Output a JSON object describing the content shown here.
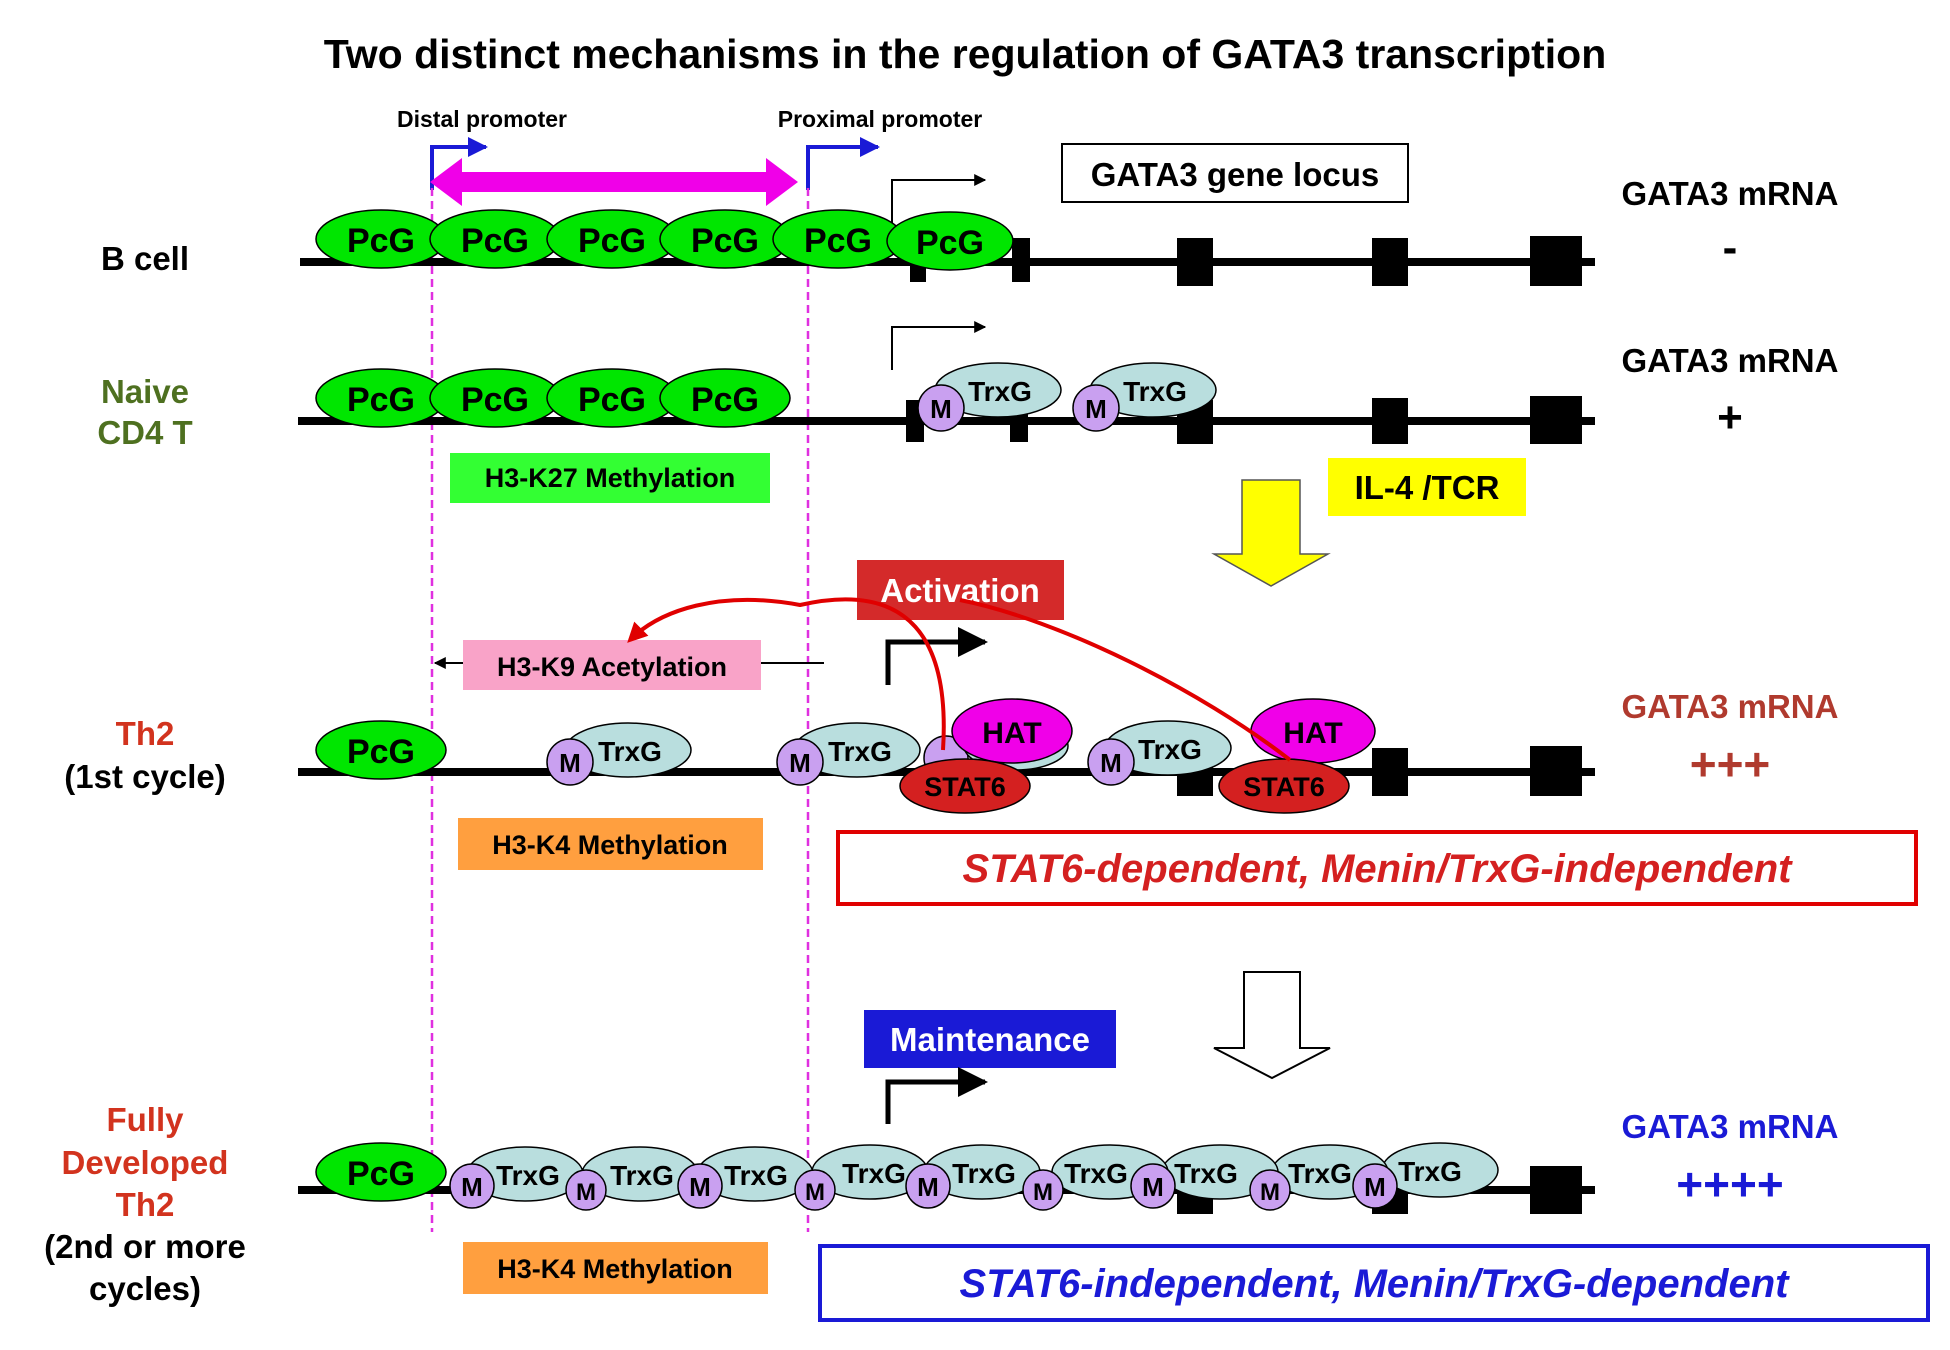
{
  "title": "Two distinct mechanisms in the regulation of GATA3 transcription",
  "promoters": {
    "distal": "Distal promoter",
    "proximal": "Proximal promoter"
  },
  "locus_label": "GATA3 gene locus",
  "labels": {
    "pcg": "PcG",
    "trxg": "TrxG",
    "m": "M",
    "hat": "HAT",
    "stat6": "STAT6"
  },
  "rows": {
    "b_cell": {
      "name": "B cell",
      "mrna": "GATA3 mRNA",
      "level": "-"
    },
    "naive": {
      "name_line1": "Naive",
      "name_line2": "CD4 T",
      "mrna": "GATA3 mRNA",
      "level": "+",
      "mark": "H3-K27 Methylation"
    },
    "th2_first": {
      "name_line1": "Th2",
      "name_line2": "(1st cycle)",
      "mrna": "GATA3 mRNA",
      "level": "+++",
      "mark_acetylation": "H3-K9 Acetylation",
      "mark_methylation": "H3-K4 Methylation",
      "mechanism": "STAT6-dependent, Menin/TrxG-independent"
    },
    "th2_full": {
      "name_line1": "Fully",
      "name_line2": "Developed",
      "name_line3": "Th2",
      "name_line4": "(2nd or more",
      "name_line5": "cycles)",
      "mrna": "GATA3 mRNA",
      "level": "++++",
      "mark_methylation": "H3-K4 Methylation",
      "mechanism": "STAT6-independent, Menin/TrxG-dependent"
    }
  },
  "stimulus": "IL-4 /TCR",
  "activation": "Activation",
  "maintenance": "Maintenance",
  "colors": {
    "pcg": "#00e600",
    "trxg": "#b9dede",
    "m": "#c9a0f0",
    "hat": "#f000e8",
    "stat6": "#d42020",
    "promoter_arrow": "#1a1ad6",
    "double_arrow": "#f000e8",
    "h3k27": "#33ff33",
    "h3k9": "#f9a3c8",
    "h3k4": "#ff9f3f",
    "il4": "#ffff00",
    "activation": "#d42a2a",
    "maintenance": "#1a1ad6",
    "row_green": "#4e7020",
    "row_red": "#d2331e",
    "mrna_red": "#b03a2e",
    "mrna_blue": "#1a1ad6"
  }
}
